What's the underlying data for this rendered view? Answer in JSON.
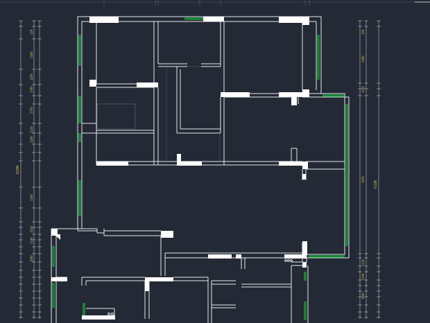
{
  "canvas": {
    "background": "#232935",
    "line_color": "#e6e9ee",
    "wall_fill": "#ffffff",
    "window_color": "#19b83c",
    "dimension_color": "#bfc4cc",
    "dimension_text_color": "#e2c860",
    "thin_line_color": "#5c6470"
  },
  "dimensions": {
    "left": [
      "120",
      "2380",
      "1250",
      "1780",
      "2750",
      "1120",
      "1260",
      "6290",
      "1100",
      "1510",
      "1190",
      "1600"
    ],
    "right": [
      "120",
      "2380",
      "1250",
      "3155",
      "1110",
      "1190",
      "1600",
      "6330"
    ]
  }
}
